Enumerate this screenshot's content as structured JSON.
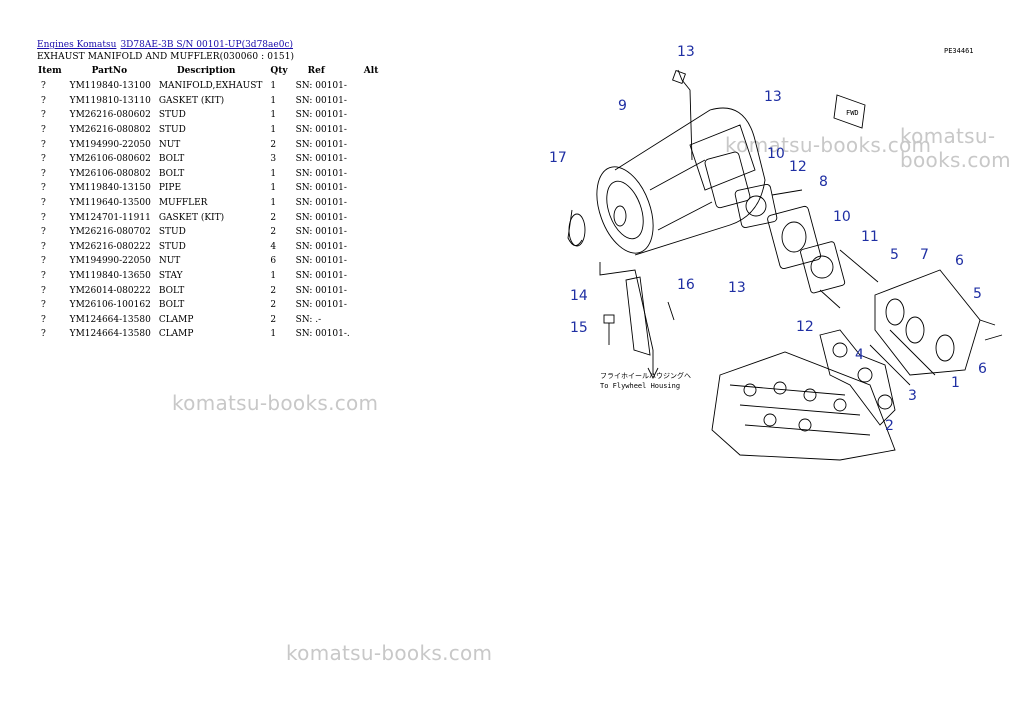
{
  "breadcrumb": {
    "link1": "Engines Komatsu",
    "link2": "3D78AE-3B S/N 00101-UP(3d78ae0c)"
  },
  "subtitle": "EXHAUST MANIFOLD AND MUFFLER(030060 : 0151)",
  "table": {
    "headers": [
      "Item",
      "PartNo",
      "Description",
      "Qty",
      "Ref",
      "Alt"
    ],
    "rows": [
      [
        "?",
        "YM119840-13100",
        "MANIFOLD,EXHAUST",
        "1",
        "SN: 00101-",
        ""
      ],
      [
        "?",
        "YM119810-13110",
        "GASKET (KIT)",
        "1",
        "SN: 00101-",
        ""
      ],
      [
        "?",
        "YM26216-080602",
        "STUD",
        "1",
        "SN: 00101-",
        ""
      ],
      [
        "?",
        "YM26216-080802",
        "STUD",
        "1",
        "SN: 00101-",
        ""
      ],
      [
        "?",
        "YM194990-22050",
        "NUT",
        "2",
        "SN: 00101-",
        ""
      ],
      [
        "?",
        "YM26106-080602",
        "BOLT",
        "3",
        "SN: 00101-",
        ""
      ],
      [
        "?",
        "YM26106-080802",
        "BOLT",
        "1",
        "SN: 00101-",
        ""
      ],
      [
        "?",
        "YM119840-13150",
        "PIPE",
        "1",
        "SN: 00101-",
        ""
      ],
      [
        "?",
        "YM119640-13500",
        "MUFFLER",
        "1",
        "SN: 00101-",
        ""
      ],
      [
        "?",
        "YM124701-11911",
        "GASKET (KIT)",
        "2",
        "SN: 00101-",
        ""
      ],
      [
        "?",
        "YM26216-080702",
        "STUD",
        "2",
        "SN: 00101-",
        ""
      ],
      [
        "?",
        "YM26216-080222",
        "STUD",
        "4",
        "SN: 00101-",
        ""
      ],
      [
        "?",
        "YM194990-22050",
        "NUT",
        "6",
        "SN: 00101-",
        ""
      ],
      [
        "?",
        "YM119840-13650",
        "STAY",
        "1",
        "SN: 00101-",
        ""
      ],
      [
        "?",
        "YM26014-080222",
        "BOLT",
        "2",
        "SN: 00101-",
        ""
      ],
      [
        "?",
        "YM26106-100162",
        "BOLT",
        "2",
        "SN: 00101-",
        ""
      ],
      [
        "?",
        "YM124664-13580",
        "CLAMP",
        "2",
        "SN: .-",
        ""
      ],
      [
        "?",
        "YM124664-13580",
        "CLAMP",
        "1",
        "SN: 00101-.",
        ""
      ]
    ]
  },
  "watermark": "komatsu-books.com",
  "diagram": {
    "code": "PE34461",
    "fwd": "FWD",
    "note_jp": "フライホイールハウジングへ",
    "note_en": "To Flywheel Housing",
    "callouts": [
      "13",
      "13",
      "9",
      "17",
      "10",
      "12",
      "8",
      "10",
      "11",
      "5",
      "7",
      "6",
      "5",
      "13",
      "16",
      "14",
      "15",
      "12",
      "4",
      "1",
      "6",
      "3",
      "2"
    ]
  }
}
